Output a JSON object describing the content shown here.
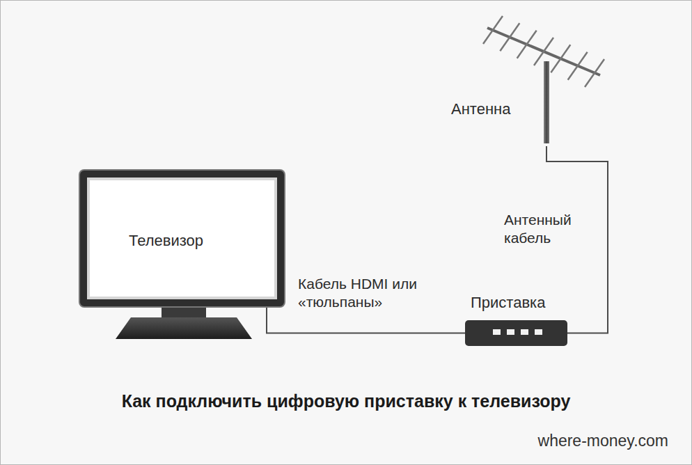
{
  "diagram": {
    "title": "Как подключить цифровую приставку к телевизору",
    "nodes": [
      {
        "text": [
          "Антенна"
        ]
      },
      {
        "text": [
          "Телевизор"
        ]
      },
      {
        "text": [
          "Приставка"
        ]
      }
    ],
    "edges": [
      {
        "from": 1,
        "to": 2,
        "label": "Кабель HDMI или «тюльпаны»",
        "arrow": "none"
      },
      {
        "from": 2,
        "to": 0,
        "label": "Антенный кабель",
        "arrow": "none"
      }
    ],
    "labels": [
      "where-money.com"
    ]
  }
}
